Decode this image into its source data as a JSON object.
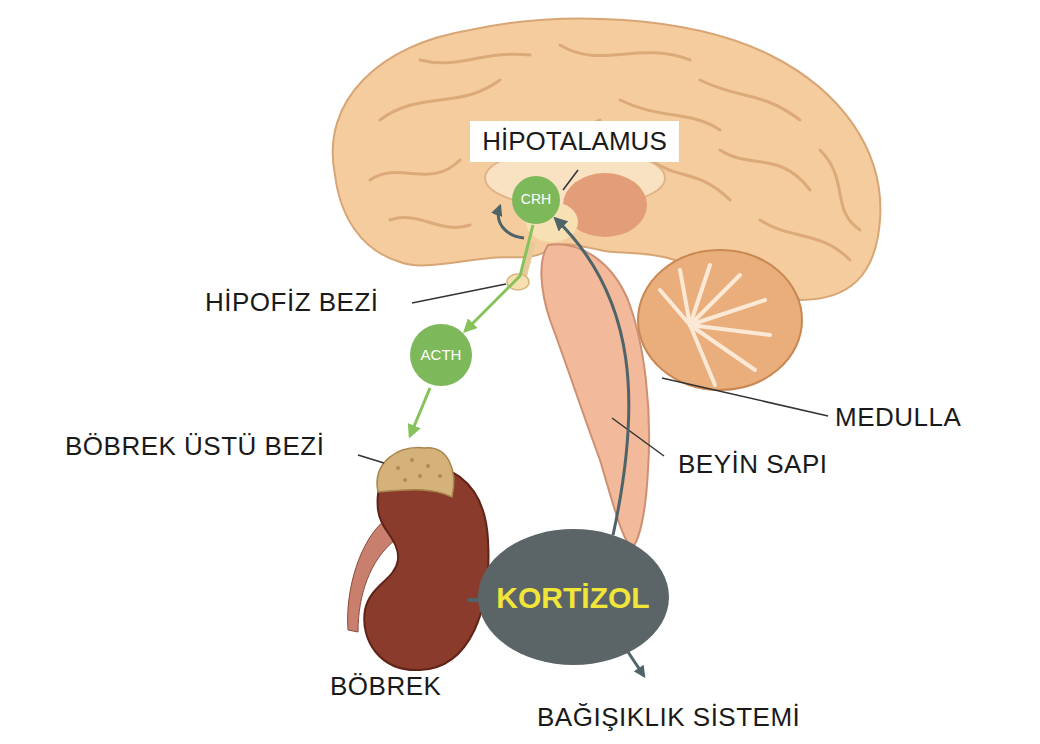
{
  "diagram": {
    "nodes": [
      {
        "text": [
          "HİPOTALAMUS"
        ]
      },
      {
        "text": [
          "CRH"
        ]
      },
      {
        "text": [
          "ACTH"
        ]
      },
      {
        "text": [
          "KORTİZOL"
        ]
      }
    ],
    "edges": [
      {
        "from": 1,
        "to": 2,
        "arrow": "to"
      },
      {
        "from": 3,
        "to": 1,
        "arrow": "to"
      }
    ],
    "labels": [
      "HİPOFİZ BEZİ",
      "BÖBREK ÜSTÜ BEZİ",
      "MEDULLA",
      "BEYİN SAPI",
      "BÖBREK",
      "BAĞIŞIKLIK SİSTEMİ"
    ]
  }
}
